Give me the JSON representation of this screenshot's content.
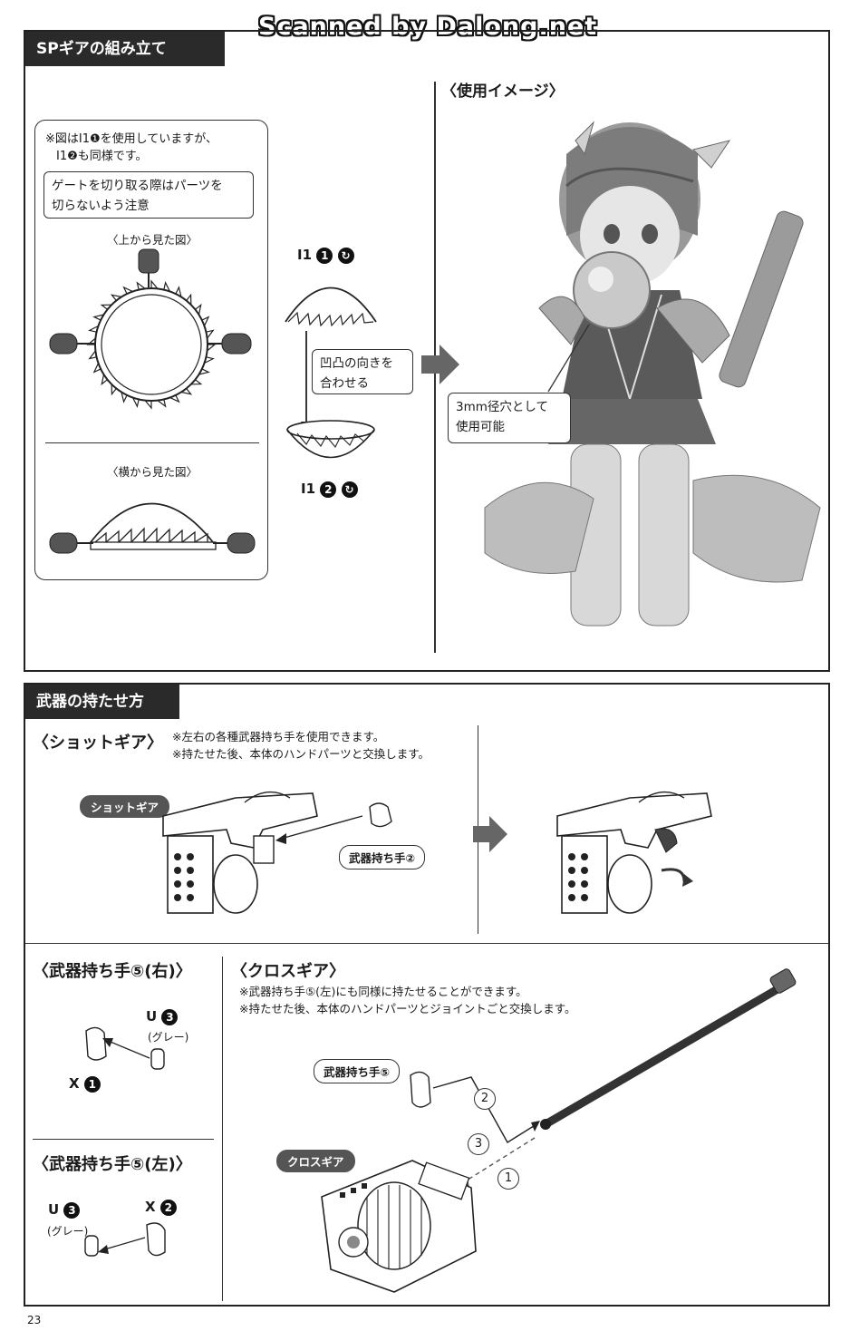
{
  "watermark": "Scanned by Dalong.net",
  "page_number": "23",
  "section1": {
    "title": "SPギアの組み立て",
    "note_line1": "※図はI1❶を使用していますが、",
    "note_line2": "I1❷も同様です。",
    "gate_note_line1": "ゲートを切り取る際はパーツを",
    "gate_note_line2": "切らないよう注意",
    "top_view_caption": "〈上から見た図〉",
    "side_view_caption": "〈横から見た図〉",
    "part_top_label": "I1",
    "part_top_num": "1",
    "part_bottom_label": "I1",
    "part_bottom_num": "2",
    "align_note_line1": "凹凸の向きを",
    "align_note_line2": "合わせる",
    "usage_heading": "〈使用イメージ〉",
    "usage_note_line1": "3mm径穴として",
    "usage_note_line2": "使用可能"
  },
  "section2": {
    "title": "武器の持たせ方",
    "shot_heading": "〈ショットギア〉",
    "shot_note1": "※左右の各種武器持ち手を使用できます。",
    "shot_note2": "※持たせた後、本体のハンドパーツと交換します。",
    "shot_gear_tag": "ショットギア",
    "hand2_tag": "武器持ち手②",
    "right_hand_heading": "〈武器持ち手⑤(右)〉",
    "left_hand_heading": "〈武器持ち手⑤(左)〉",
    "r_u_label": "U",
    "r_u_num": "3",
    "r_u_color": "(グレー)",
    "r_x_label": "X",
    "r_x_num": "1",
    "l_u_label": "U",
    "l_u_num": "3",
    "l_u_color": "(グレー)",
    "l_x_label": "X",
    "l_x_num": "2",
    "cross_heading": "〈クロスギア〉",
    "cross_note1": "※武器持ち手⑤(左)にも同様に持たせることができます。",
    "cross_note2": "※持たせた後、本体のハンドパーツとジョイントごと交換します。",
    "hand5_tag": "武器持ち手⑤",
    "cross_gear_tag": "クロスギア",
    "step1": "1",
    "step2": "2",
    "step3": "3"
  }
}
